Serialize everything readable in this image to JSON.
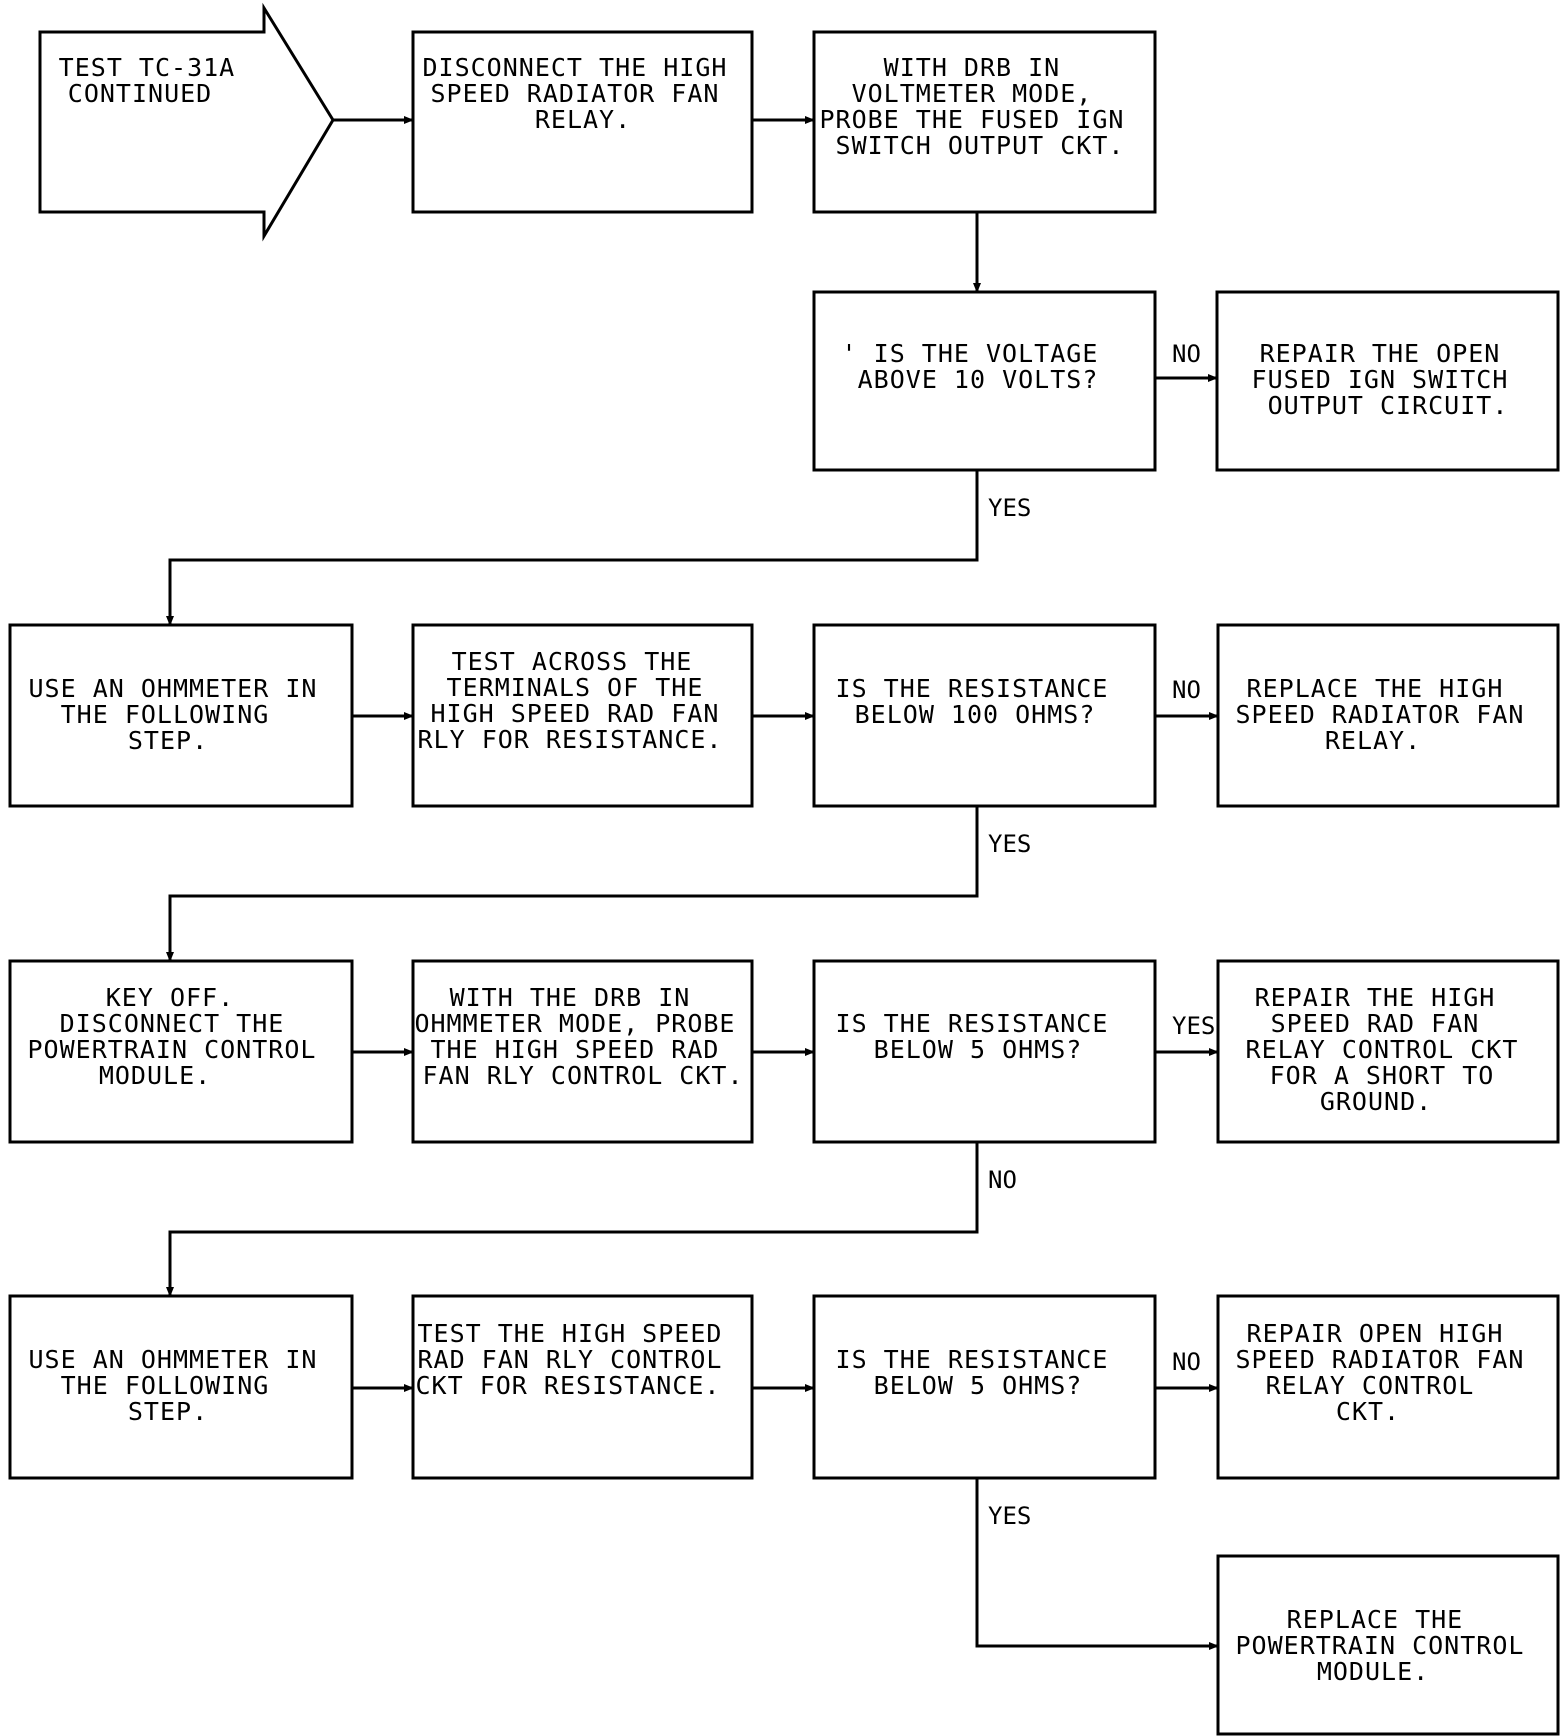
{
  "diagram": {
    "nodes": [
      {
        "id": "start",
        "shape": "arrow",
        "lines": [
          "TEST TC-31A",
          "CONTINUED"
        ]
      },
      {
        "id": "n1",
        "lines": [
          "DISCONNECT THE HIGH",
          "SPEED RADIATOR FAN",
          "RELAY."
        ]
      },
      {
        "id": "n2",
        "lines": [
          "WITH DRB IN",
          "VOLTMETER MODE,",
          "PROBE THE FUSED IGN",
          "SWITCH OUTPUT CKT."
        ]
      },
      {
        "id": "q1",
        "lines": [
          "' IS THE VOLTAGE",
          "ABOVE 10 VOLTS?"
        ]
      },
      {
        "id": "r1",
        "lines": [
          "REPAIR THE OPEN",
          "FUSED IGN SWITCH",
          "OUTPUT CIRCUIT."
        ]
      },
      {
        "id": "n3",
        "lines": [
          "USE AN OHMMETER IN",
          "THE FOLLOWING",
          "STEP."
        ]
      },
      {
        "id": "n4",
        "lines": [
          "TEST ACROSS THE",
          "TERMINALS OF THE",
          "HIGH SPEED RAD FAN",
          "RLY FOR RESISTANCE."
        ]
      },
      {
        "id": "q2",
        "lines": [
          "IS THE RESISTANCE",
          "BELOW 100 OHMS?"
        ]
      },
      {
        "id": "r2",
        "lines": [
          "REPLACE THE HIGH",
          "SPEED RADIATOR FAN",
          "RELAY."
        ]
      },
      {
        "id": "n5",
        "lines": [
          "KEY OFF.",
          "DISCONNECT THE",
          "POWERTRAIN CONTROL",
          "MODULE."
        ]
      },
      {
        "id": "n6",
        "lines": [
          "WITH THE DRB IN",
          "OHMMETER MODE, PROBE",
          "THE HIGH SPEED RAD",
          "FAN RLY CONTROL CKT."
        ]
      },
      {
        "id": "q3",
        "lines": [
          "IS THE RESISTANCE",
          "BELOW 5 OHMS?"
        ]
      },
      {
        "id": "r3",
        "lines": [
          "REPAIR THE HIGH",
          "SPEED RAD FAN",
          "RELAY CONTROL CKT",
          "FOR A SHORT TO",
          "GROUND."
        ]
      },
      {
        "id": "n7",
        "lines": [
          "USE AN OHMMETER IN",
          "THE FOLLOWING",
          "STEP."
        ]
      },
      {
        "id": "n8",
        "lines": [
          "TEST THE HIGH SPEED",
          "RAD FAN RLY CONTROL",
          "CKT FOR RESISTANCE."
        ]
      },
      {
        "id": "q4",
        "lines": [
          "IS THE RESISTANCE",
          "BELOW 5 OHMS?"
        ]
      },
      {
        "id": "r4",
        "lines": [
          "REPAIR OPEN HIGH",
          "SPEED RADIATOR FAN",
          "RELAY CONTROL",
          "CKT."
        ]
      },
      {
        "id": "r5",
        "lines": [
          "REPLACE THE",
          "POWERTRAIN CONTROL",
          "MODULE."
        ]
      }
    ],
    "edges": [
      {
        "id": "e-start-n1",
        "from": "start",
        "to": "n1",
        "label": ""
      },
      {
        "id": "e-n1-n2",
        "from": "n1",
        "to": "n2",
        "label": ""
      },
      {
        "id": "e-n2-q1",
        "from": "n2",
        "to": "q1",
        "label": ""
      },
      {
        "id": "e-q1-r1",
        "from": "q1",
        "to": "r1",
        "label": "NO"
      },
      {
        "id": "e-q1-n3",
        "from": "q1",
        "to": "n3",
        "label": "YES"
      },
      {
        "id": "e-n3-n4",
        "from": "n3",
        "to": "n4",
        "label": ""
      },
      {
        "id": "e-n4-q2",
        "from": "n4",
        "to": "q2",
        "label": ""
      },
      {
        "id": "e-q2-r2",
        "from": "q2",
        "to": "r2",
        "label": "NO"
      },
      {
        "id": "e-q2-n5",
        "from": "q2",
        "to": "n5",
        "label": "YES"
      },
      {
        "id": "e-n5-n6",
        "from": "n5",
        "to": "n6",
        "label": ""
      },
      {
        "id": "e-n6-q3",
        "from": "n6",
        "to": "q3",
        "label": ""
      },
      {
        "id": "e-q3-r3",
        "from": "q3",
        "to": "r3",
        "label": "YES"
      },
      {
        "id": "e-q3-n7",
        "from": "q3",
        "to": "n7",
        "label": "NO"
      },
      {
        "id": "e-n7-n8",
        "from": "n7",
        "to": "n8",
        "label": ""
      },
      {
        "id": "e-n8-q4",
        "from": "n8",
        "to": "q4",
        "label": ""
      },
      {
        "id": "e-q4-r4",
        "from": "q4",
        "to": "r4",
        "label": "NO"
      },
      {
        "id": "e-q4-r5",
        "from": "q4",
        "to": "r5",
        "label": "YES"
      }
    ]
  }
}
